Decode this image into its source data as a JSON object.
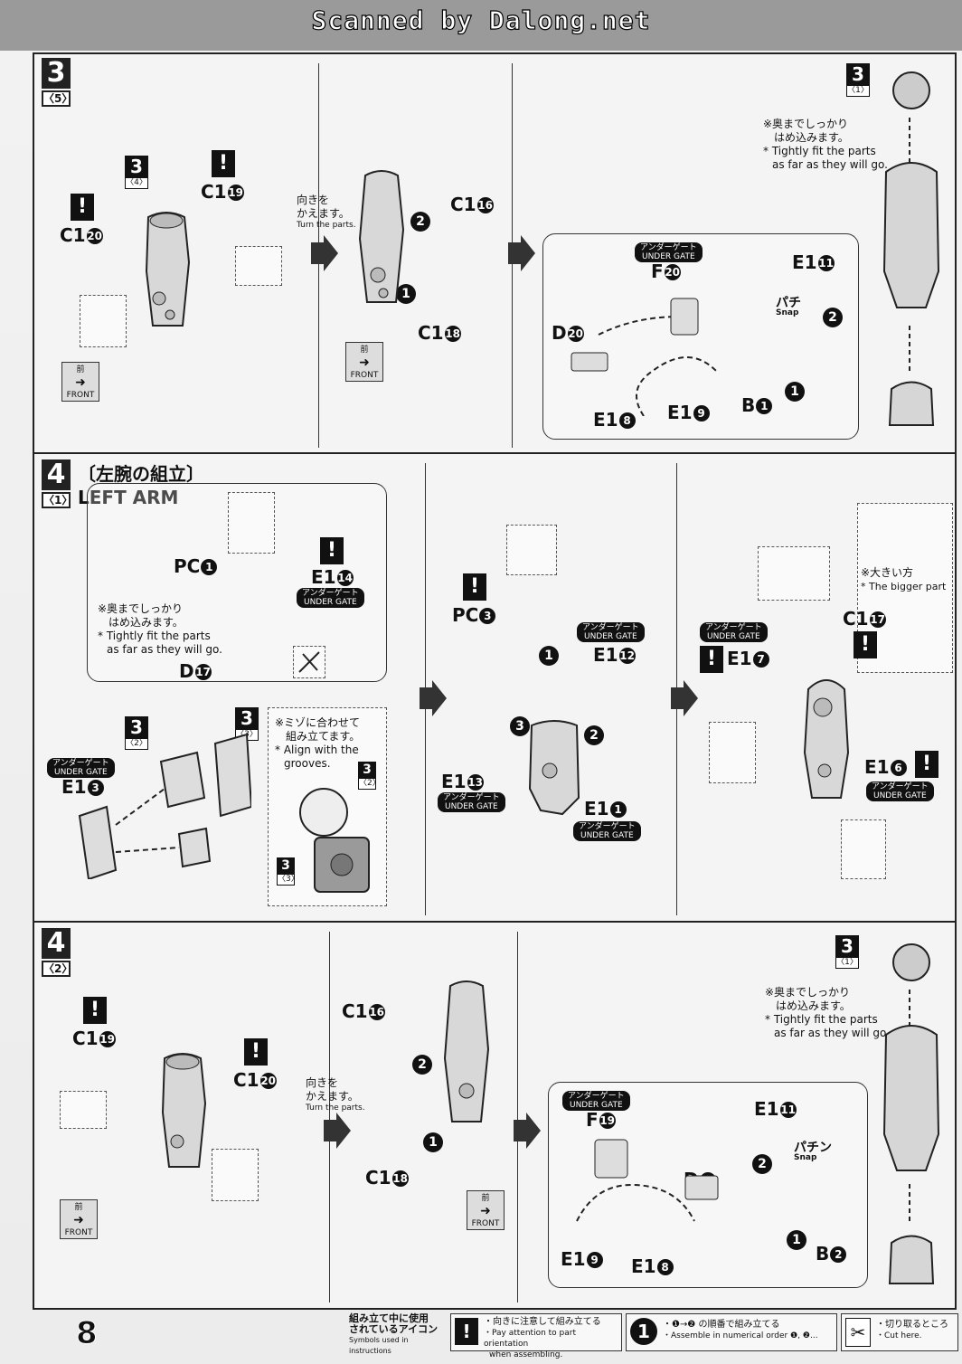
{
  "header": {
    "scan_credit": "Scanned by Dalong.net"
  },
  "step3_right_arm": {
    "step": "3",
    "sub": "〈5〉",
    "ref_mini_step": {
      "num": "3",
      "sub": "〈4〉"
    },
    "ref_mini_step_right": {
      "num": "3",
      "sub": "〈1〉"
    },
    "labels": {
      "c1_19": "C1",
      "c1_19_n": "19",
      "c1_20": "C1",
      "c1_20_n": "20",
      "c1_16": "C1",
      "c1_16_n": "16",
      "c1_18": "C1",
      "c1_18_n": "18",
      "f20": "F",
      "f20_n": "20",
      "d20": "D",
      "d20_n": "20",
      "e1_18": "E1",
      "e1_18_n": "8",
      "e1_9": "E1",
      "e1_9_n": "9",
      "e1_11": "E1",
      "e1_11_n": "11",
      "b1": "B",
      "b1_n": "1"
    },
    "turn_note_jp": "向きを\nかえます。",
    "turn_note_en": "Turn the parts.",
    "front_jp": "前",
    "front_en": "FRONT",
    "under_gate_jp": "アンダーゲート",
    "under_gate_en": "UNDER GATE",
    "fit_note_jp_1": "※奥までしっかり",
    "fit_note_jp_2": "はめ込みます。",
    "fit_note_en_1": "* Tightly fit the parts",
    "fit_note_en_2": "as far as they will go.",
    "snap_jp": "パチ",
    "snap_en": "Snap"
  },
  "step4_left_arm": {
    "step": "4",
    "sub": "〈1〉",
    "title_jp": "〔左腕の組立〕",
    "title_en": "LEFT ARM",
    "labels": {
      "pc1": "PC",
      "pc1_n": "1",
      "e1_14": "E1",
      "e1_14_n": "14",
      "d17": "D",
      "d17_n": "17",
      "e1_3": "E1",
      "e1_3_n": "3",
      "pc3": "PC",
      "pc3_n": "3",
      "e1_12": "E1",
      "e1_12_n": "12",
      "e1_13": "E1",
      "e1_13_n": "13",
      "e1_1": "E1",
      "e1_1_n": "1",
      "e1_7": "E1",
      "e1_7_n": "7",
      "c1_17": "C1",
      "c1_17_n": "17",
      "e1_6": "E1",
      "e1_6_n": "6"
    },
    "mini_steps": [
      {
        "num": "3",
        "sub": "〈2〉"
      },
      {
        "num": "3",
        "sub": "〈3〉"
      },
      {
        "num": "3",
        "sub": "〈2〉"
      },
      {
        "num": "3",
        "sub": "〈3〉"
      }
    ],
    "fit_note_jp_1": "※奥までしっかり",
    "fit_note_jp_2": "はめ込みます。",
    "fit_note_en_1": "* Tightly fit the parts",
    "fit_note_en_2": "as far as they will go.",
    "groove_jp_1": "※ミゾに合わせて",
    "groove_jp_2": "組み立てます。",
    "groove_en_1": "* Align with the",
    "groove_en_2": "grooves.",
    "bigger_jp": "※大きい方",
    "bigger_en": "* The bigger part",
    "under_gate_jp": "アンダーゲート",
    "under_gate_en": "UNDER GATE"
  },
  "step4b": {
    "step": "4",
    "sub": "〈2〉",
    "ref_mini_step": {
      "num": "3",
      "sub": "〈1〉"
    },
    "labels": {
      "c1_19": "C1",
      "c1_19_n": "19",
      "c1_20": "C1",
      "c1_20_n": "20",
      "c1_16": "C1",
      "c1_16_n": "16",
      "c1_18": "C1",
      "c1_18_n": "18",
      "f19": "F",
      "f19_n": "19",
      "d19": "D",
      "d19_n": "19",
      "e1_9": "E1",
      "e1_9_n": "9",
      "e1_8": "E1",
      "e1_8_n": "8",
      "e1_11": "E1",
      "e1_11_n": "11",
      "b2": "B",
      "b2_n": "2"
    },
    "turn_note_jp": "向きを\nかえます。",
    "turn_note_en": "Turn the parts.",
    "front_jp": "前",
    "front_en": "FRONT",
    "under_gate_jp": "アンダーゲート",
    "under_gate_en": "UNDER GATE",
    "fit_note_jp_1": "※奥までしっかり",
    "fit_note_jp_2": "はめ込みます。",
    "fit_note_en_1": "* Tightly fit the parts",
    "fit_note_en_2": "as far as they will go.",
    "snap_jp": "パチン",
    "snap_en": "Snap"
  },
  "footer": {
    "page": "8",
    "legend_title_jp_1": "組み立て中に使用",
    "legend_title_jp_2": "されているアイコン",
    "legend_title_en": "Symbols used in instructions",
    "legend_warn_jp": "・向きに注意して組み立てる",
    "legend_warn_en_1": "・Pay attention to part orientation",
    "legend_warn_en_2": "when assembling.",
    "legend_order_jp": "・❶→❷ の順番で組み立てる",
    "legend_order_en": "・Assemble in numerical order ❶, ❷...",
    "legend_cut_jp": "・切り取るところ",
    "legend_cut_en": "・Cut here."
  }
}
